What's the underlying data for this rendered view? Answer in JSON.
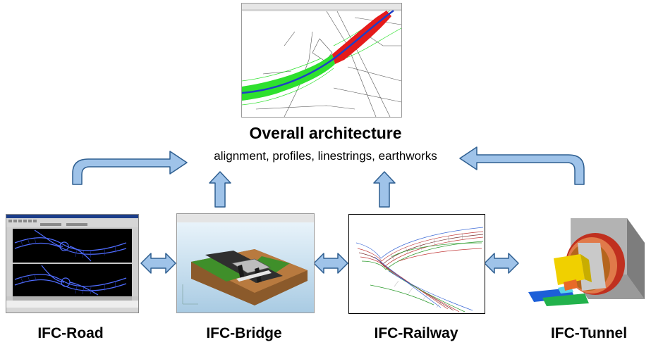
{
  "diagram": {
    "title": "Overall architecture",
    "subtitle": "alignment, profiles, linestrings, earthworks",
    "modules": [
      {
        "label": "IFC-Road"
      },
      {
        "label": "IFC-Bridge"
      },
      {
        "label": "IFC-Railway"
      },
      {
        "label": "IFC-Tunnel"
      }
    ]
  },
  "colors": {
    "arrow_fill": "#9fc3e9",
    "arrow_stroke": "#2f5f91",
    "alignment_green": "#2ee02e",
    "alignment_red": "#e51b1b",
    "alignment_blue": "#1d3fc8",
    "cad_background": "#000000",
    "cad_lines": "#4f6cff",
    "bridge_background": "#cfe5f2",
    "terrain_brown": "#b87a3f",
    "terrain_green": "#3f8f2a",
    "tunnel_red": "#c0301f",
    "tunnel_yellow": "#f0d000"
  }
}
